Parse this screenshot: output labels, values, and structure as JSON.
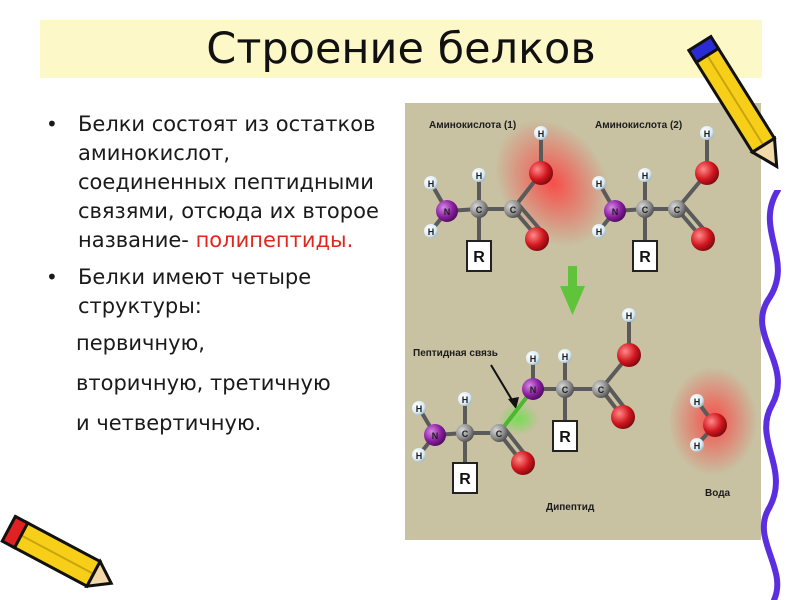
{
  "slide": {
    "title": "Строение белков",
    "bullets": [
      {
        "text": "Белки состоят из остатков аминокислот, соединенных пептидными связями, отсюда их второе название-",
        "highlight": "полипептиды."
      },
      {
        "text": "Белки имеют четыре структуры:",
        "subitems": [
          "первичную,",
          "вторичную, третичную",
          "и четвертичную."
        ]
      }
    ]
  },
  "diagram": {
    "amino1_label": "Аминокислота (1)",
    "amino2_label": "Аминокислота (2)",
    "peptide_bond_label": "Пептидная связь",
    "dipeptide_label": "Дипептид",
    "water_label": "Вода",
    "atom_h": "H",
    "atom_n": "N",
    "atom_c": "C",
    "radical": "R",
    "colors": {
      "nitrogen": "#8b1fa0",
      "oxygen": "#d2171e",
      "carbon": "#8f8f8f",
      "hydrogen": "#d9ecf5",
      "arrow": "#5fc43a",
      "panel": "#c8c1a2",
      "highlight_text": "#e0271b"
    }
  }
}
